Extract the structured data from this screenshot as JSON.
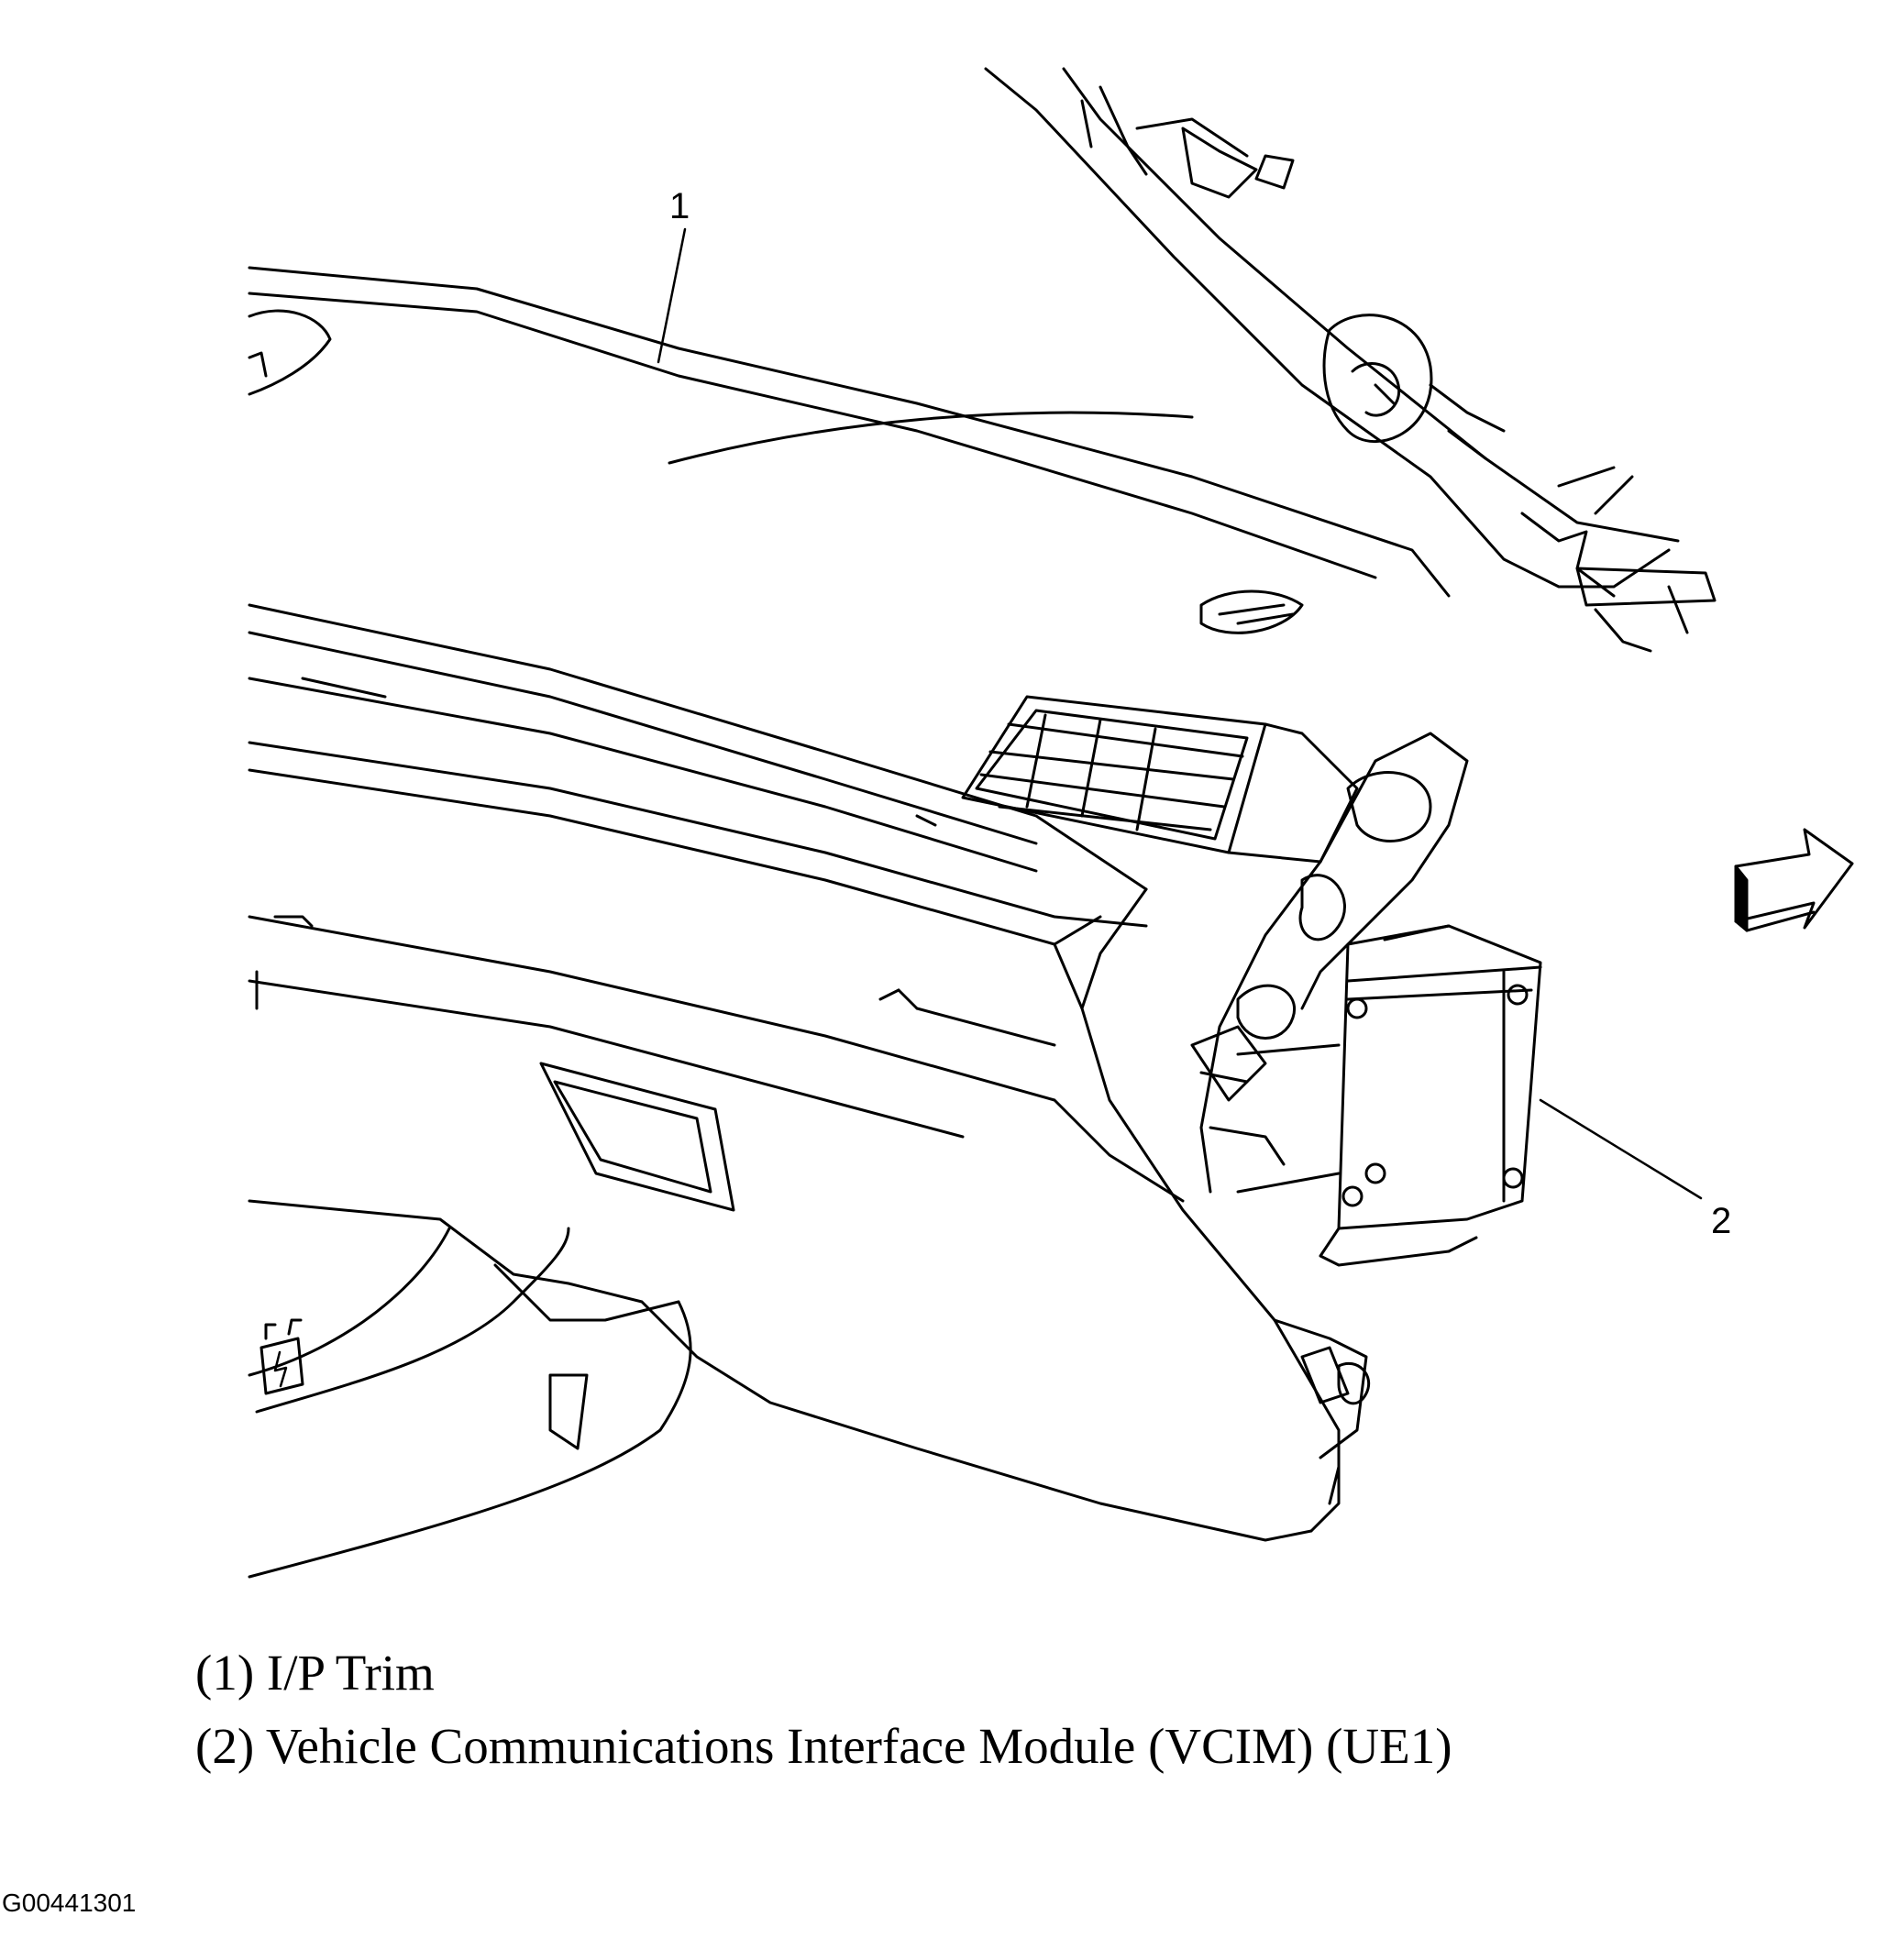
{
  "callouts": {
    "one": "1",
    "two": "2"
  },
  "legend": {
    "item1": "(1) I/P Trim",
    "item2": "(2) Vehicle Communications Interface Module (VCIM) (UE1)"
  },
  "figure_id": "G00441301"
}
